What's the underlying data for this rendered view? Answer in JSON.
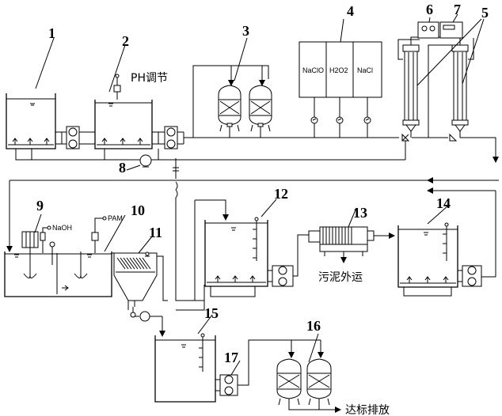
{
  "numbers": [
    "1",
    "2",
    "3",
    "4",
    "5",
    "6",
    "7",
    "8",
    "9",
    "10",
    "11",
    "12",
    "13",
    "14",
    "15",
    "16",
    "17"
  ],
  "labels": {
    "ph": "PH调节",
    "naoh": "NaOH",
    "pam": "PAM",
    "sludge": "污泥外运",
    "discharge": "达标排放"
  },
  "chemicals": [
    "NaClO",
    "H2O2",
    "NaCl"
  ]
}
